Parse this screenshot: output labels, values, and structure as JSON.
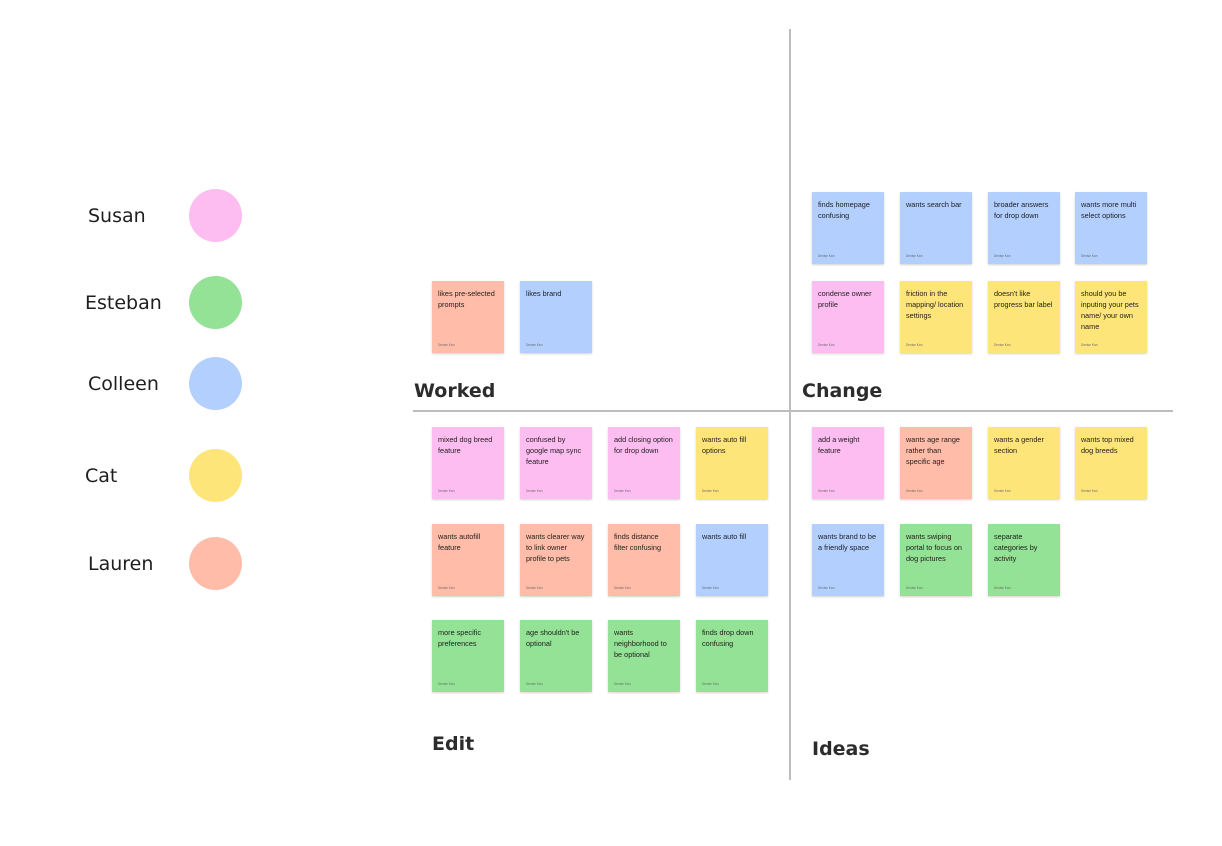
{
  "colors": {
    "pink": "#fdbdf0",
    "green": "#93e295",
    "blue": "#b2cffd",
    "yellow": "#fee57a",
    "salmon": "#ffbca8",
    "divider": "#bdbdbd"
  },
  "legend": [
    {
      "name": "Susan",
      "color": "pink"
    },
    {
      "name": "Esteban",
      "color": "green"
    },
    {
      "name": "Colleen",
      "color": "blue"
    },
    {
      "name": "Cat",
      "color": "yellow"
    },
    {
      "name": "Lauren",
      "color": "salmon"
    }
  ],
  "sections": {
    "worked": "Worked",
    "change": "Change",
    "edit": "Edit",
    "ideas": "Ideas"
  },
  "author": "Denise Kan",
  "notes": {
    "worked": [
      {
        "text": "likes pre-selected prompts",
        "color": "salmon"
      },
      {
        "text": "likes brand",
        "color": "blue"
      }
    ],
    "change": [
      {
        "text": "finds homepage confusing",
        "color": "blue"
      },
      {
        "text": "wants search bar",
        "color": "blue"
      },
      {
        "text": "broader answers for drop down",
        "color": "blue"
      },
      {
        "text": "wants more multi select options",
        "color": "blue"
      },
      {
        "text": "condense owner profile",
        "color": "pink"
      },
      {
        "text": "friction in the mapping/ location settings",
        "color": "yellow"
      },
      {
        "text": "doesn't like progress bar label",
        "color": "yellow"
      },
      {
        "text": "should you be inputing your pets name/ your own name",
        "color": "yellow"
      }
    ],
    "edit": [
      {
        "text": "mixed dog breed feature",
        "color": "pink"
      },
      {
        "text": "confused by google map sync feature",
        "color": "pink"
      },
      {
        "text": "add closing option for drop down",
        "color": "pink"
      },
      {
        "text": "wants auto fill options",
        "color": "yellow"
      },
      {
        "text": "wants autofill feature",
        "color": "salmon"
      },
      {
        "text": "wants clearer way to link owner profile to pets",
        "color": "salmon"
      },
      {
        "text": "finds distance filter confusing",
        "color": "salmon"
      },
      {
        "text": "wants auto fill",
        "color": "blue"
      },
      {
        "text": "more specific preferences",
        "color": "green"
      },
      {
        "text": "age shouldn't be optional",
        "color": "green"
      },
      {
        "text": "wants neighborhood to be optional",
        "color": "green"
      },
      {
        "text": "finds drop down confusing",
        "color": "green"
      }
    ],
    "ideas": [
      {
        "text": "add a weight feature",
        "color": "pink"
      },
      {
        "text": "wants age range rather than specific age",
        "color": "salmon"
      },
      {
        "text": "wants a gender section",
        "color": "yellow"
      },
      {
        "text": "wants top mixed dog breeds",
        "color": "yellow"
      },
      {
        "text": "wants brand to be a friendly space",
        "color": "blue"
      },
      {
        "text": "wants swiping portal to focus on dog pictures",
        "color": "green"
      },
      {
        "text": "separate categories by activity",
        "color": "green"
      }
    ]
  }
}
